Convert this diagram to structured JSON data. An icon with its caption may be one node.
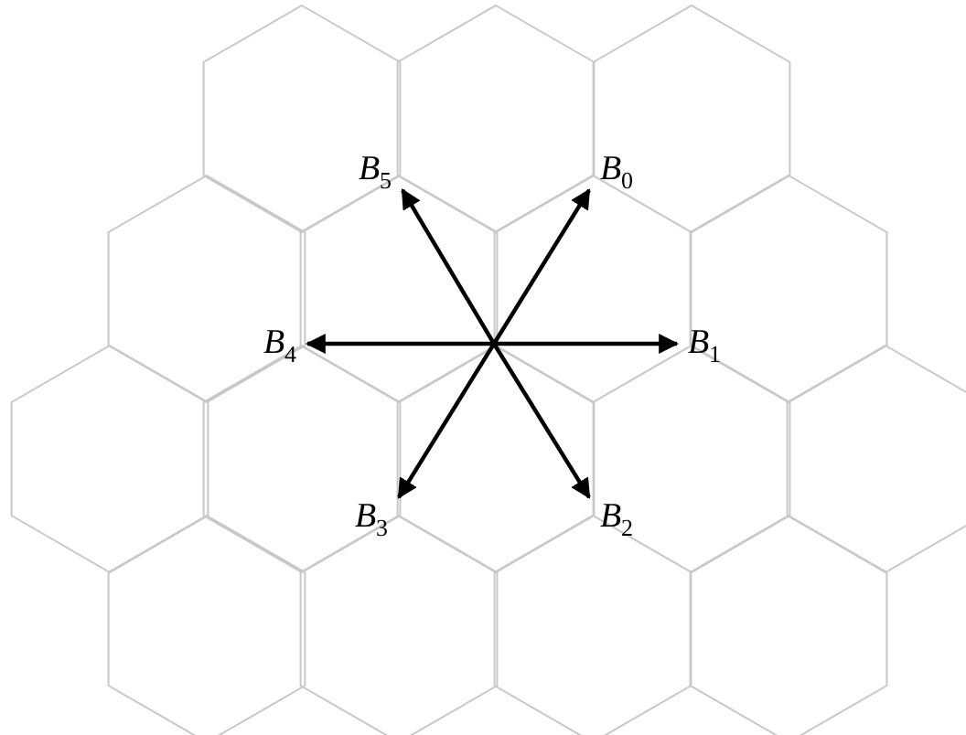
{
  "diagram": {
    "nodes": [
      {
        "text": [
          "*B*$_{5}$"
        ]
      },
      {
        "text": [
          "*B*$_{0}$"
        ]
      },
      {
        "text": [
          "*B*$_{4}$"
        ]
      },
      {
        "text": [
          "*B*$_{1}$"
        ]
      },
      {
        "text": [
          "*B*$_{3}$"
        ]
      },
      {
        "text": [
          "*B*$_{2}$"
        ]
      }
    ],
    "edges": [
      {
        "from": null,
        "to": 1,
        "arrow": "to"
      },
      {
        "from": null,
        "to": 3,
        "arrow": "to"
      },
      {
        "from": null,
        "to": 5,
        "arrow": "to"
      },
      {
        "from": null,
        "to": 4,
        "arrow": "to"
      },
      {
        "from": null,
        "to": 2,
        "arrow": "to"
      },
      {
        "from": null,
        "to": 0,
        "arrow": "to"
      }
    ]
  }
}
